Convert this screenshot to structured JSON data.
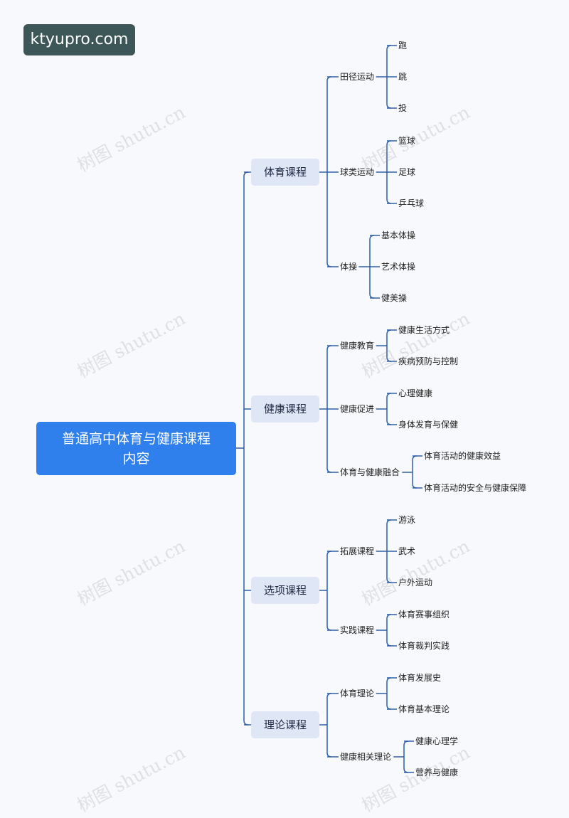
{
  "watermark_badge": "ktyupro.com",
  "watermark_text": "树图 shutu.cn",
  "colors": {
    "root": "#2f80ed",
    "branch": "#dfe6f5",
    "line": "#2f5fa8",
    "badge": "#3d5658"
  },
  "root": {
    "label": "普通高中体育与健康课程内容"
  },
  "branches": [
    {
      "label": "体育课程",
      "subs": [
        {
          "label": "田径运动",
          "leaves": [
            "跑",
            "跳",
            "投"
          ]
        },
        {
          "label": "球类运动",
          "leaves": [
            "篮球",
            "足球",
            "乒乓球"
          ]
        },
        {
          "label": "体操",
          "leaves": [
            "基本体操",
            "艺术体操",
            "健美操"
          ]
        }
      ]
    },
    {
      "label": "健康课程",
      "subs": [
        {
          "label": "健康教育",
          "leaves": [
            "健康生活方式",
            "疾病预防与控制"
          ]
        },
        {
          "label": "健康促进",
          "leaves": [
            "心理健康",
            "身体发育与保健"
          ]
        },
        {
          "label": "体育与健康融合",
          "leaves": [
            "体育活动的健康效益",
            "体育活动的安全与健康保障"
          ]
        }
      ]
    },
    {
      "label": "选项课程",
      "subs": [
        {
          "label": "拓展课程",
          "leaves": [
            "游泳",
            "武术",
            "户外运动"
          ]
        },
        {
          "label": "实践课程",
          "leaves": [
            "体育赛事组织",
            "体育裁判实践"
          ]
        }
      ]
    },
    {
      "label": "理论课程",
      "subs": [
        {
          "label": "体育理论",
          "leaves": [
            "体育发展史",
            "体育基本理论"
          ]
        },
        {
          "label": "健康相关理论",
          "leaves": [
            "健康心理学",
            "营养与健康"
          ]
        }
      ]
    }
  ]
}
